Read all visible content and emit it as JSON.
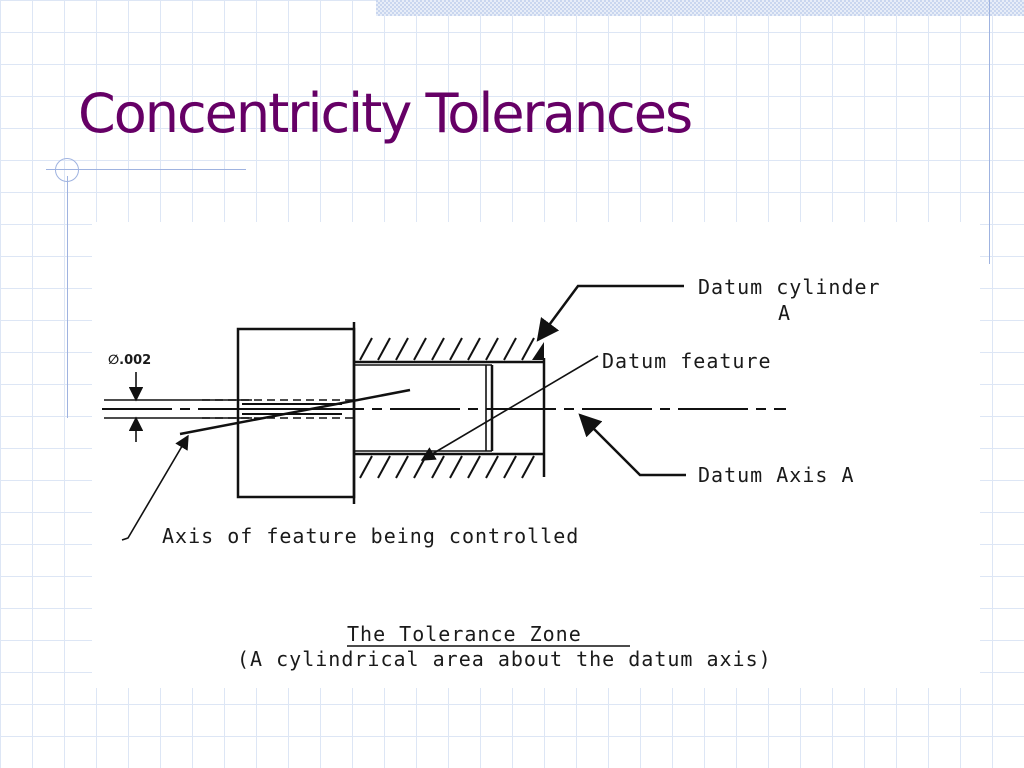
{
  "title": "Concentricity Tolerances",
  "diagram": {
    "label_datum_cylinder": "Datum cylinder",
    "label_datum_cylinder_letter": "A",
    "label_datum_feature": "Datum feature",
    "label_datum_axis": "Datum Axis A",
    "label_axis_feature": "Axis of feature being controlled",
    "label_tolerance_value": "∅.002",
    "caption_title": "The Tolerance Zone",
    "caption_subtitle": "(A cylindrical area about the datum axis)"
  }
}
